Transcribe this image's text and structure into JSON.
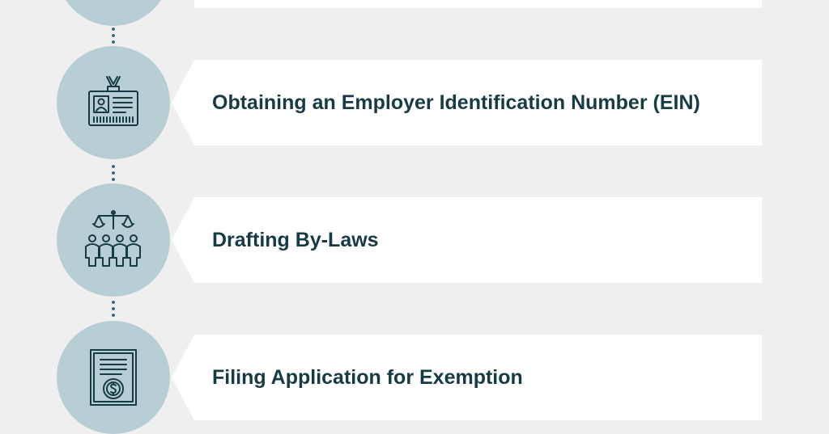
{
  "steps": [
    {
      "label": "Obtaining an Employer Identification Number (EIN)",
      "icon": "id-badge-icon"
    },
    {
      "label": "Drafting By-Laws",
      "icon": "scales-people-icon"
    },
    {
      "label": "Filing Application for Exemption",
      "icon": "dollar-document-icon"
    }
  ],
  "colors": {
    "background": "#efefef",
    "circle": "#b7ced4",
    "text": "#173b45",
    "connector": "#2f6a72"
  }
}
